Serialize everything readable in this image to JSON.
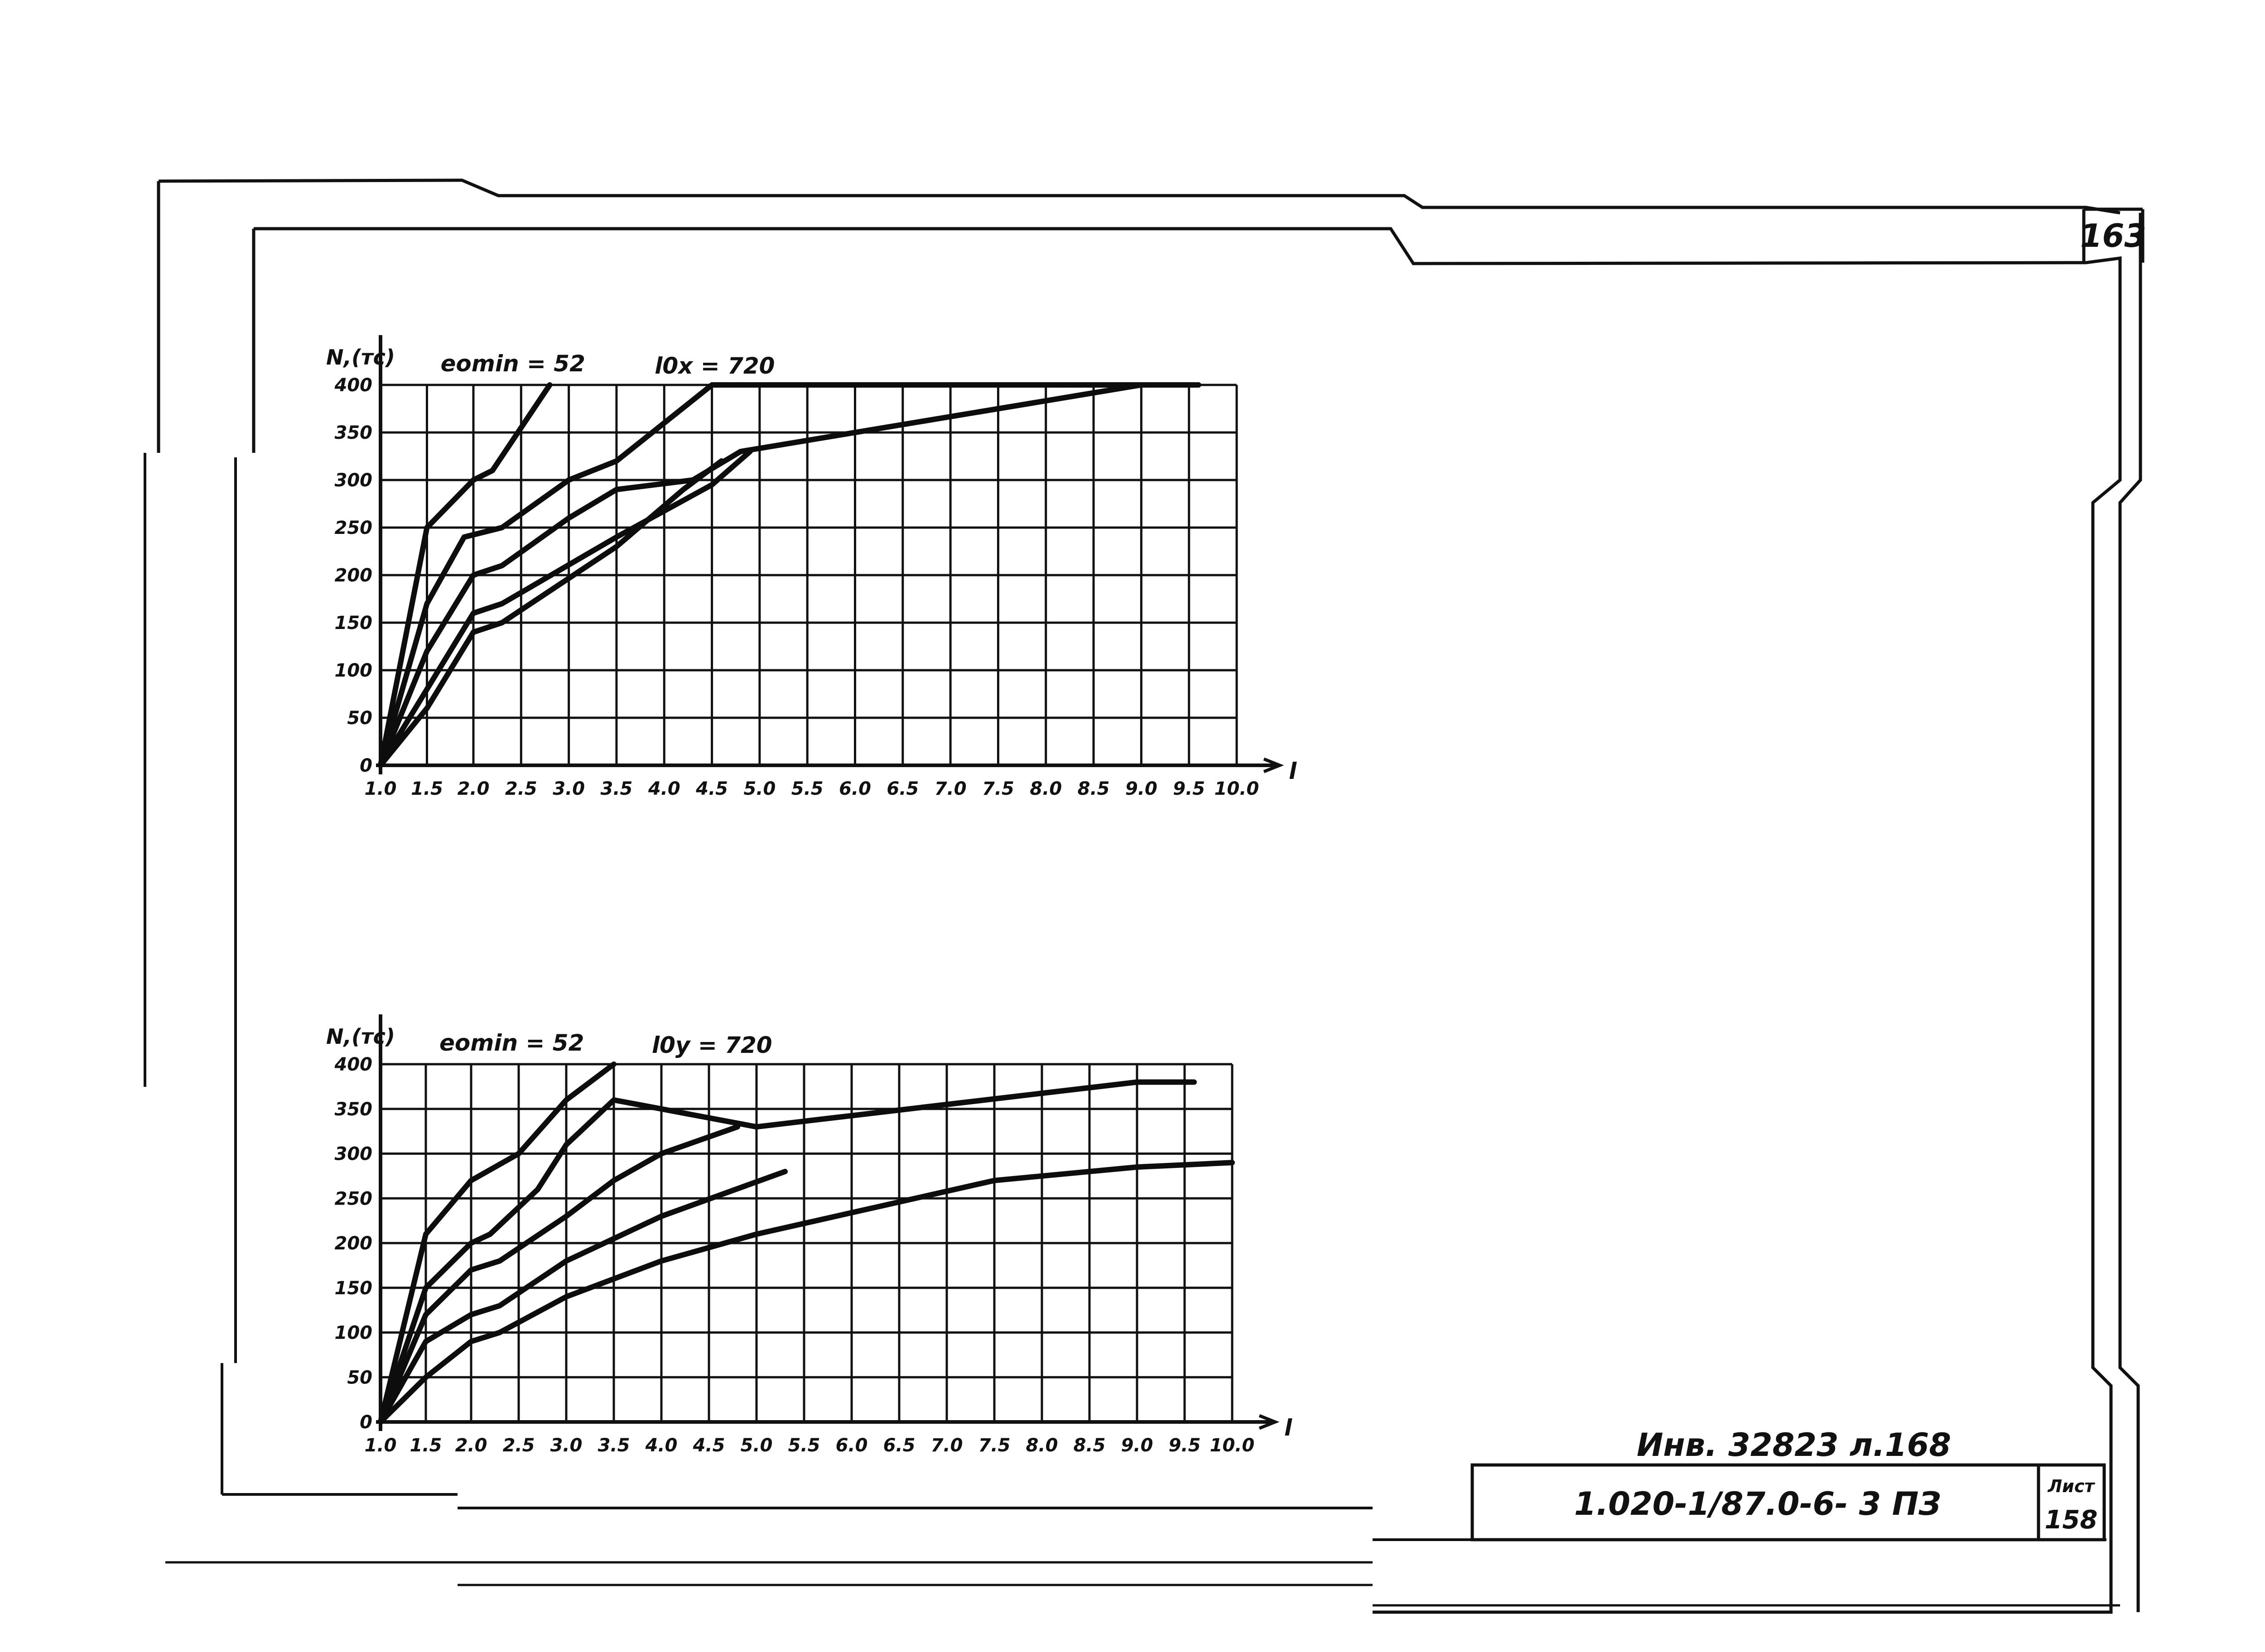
{
  "page": {
    "sheet_number_top": "163",
    "stamp_inventory": "Инв. 32823 л.168",
    "stamp_code": "1.020-1/87.0-6- 3 ПЗ",
    "stamp_sheet_label": "Лист",
    "stamp_sheet_number": "158"
  },
  "chart_data": [
    {
      "type": "line",
      "ylabel": "N,(тс)",
      "xlabel": "l",
      "annotation_emin": "eomin = 52",
      "annotation_l0": "l0x = 720",
      "x_ticks": [
        "1.0",
        "1.5",
        "2.0",
        "2.5",
        "3.0",
        "3.5",
        "4.0",
        "4.5",
        "5.0",
        "5.5",
        "6.0",
        "6.5",
        "7.0",
        "7.5",
        "8.0",
        "8.5",
        "9.0",
        "9.5",
        "10.0"
      ],
      "y_ticks": [
        "0",
        "50",
        "100",
        "150",
        "200",
        "250",
        "300",
        "350",
        "400"
      ],
      "xlim": [
        1.0,
        10.0
      ],
      "ylim": [
        0,
        400
      ],
      "grid": true,
      "series": [
        {
          "points": [
            [
              1.0,
              0
            ],
            [
              1.5,
              250
            ],
            [
              2.0,
              300
            ],
            [
              2.2,
              310
            ],
            [
              2.8,
              400
            ]
          ]
        },
        {
          "points": [
            [
              1.0,
              0
            ],
            [
              1.5,
              170
            ],
            [
              1.9,
              240
            ],
            [
              2.3,
              250
            ],
            [
              3.0,
              300
            ],
            [
              3.5,
              320
            ],
            [
              4.5,
              400
            ],
            [
              9.6,
              400
            ]
          ]
        },
        {
          "points": [
            [
              1.0,
              0
            ],
            [
              1.5,
              120
            ],
            [
              2.0,
              200
            ],
            [
              2.3,
              210
            ],
            [
              3.0,
              260
            ],
            [
              3.5,
              290
            ],
            [
              4.3,
              300
            ],
            [
              4.8,
              330
            ],
            [
              9.0,
              400
            ]
          ]
        },
        {
          "points": [
            [
              1.0,
              0
            ],
            [
              1.5,
              80
            ],
            [
              2.0,
              160
            ],
            [
              2.3,
              170
            ],
            [
              3.5,
              240
            ],
            [
              4.5,
              295
            ],
            [
              4.9,
              330
            ]
          ]
        },
        {
          "points": [
            [
              1.0,
              0
            ],
            [
              1.5,
              60
            ],
            [
              2.0,
              140
            ],
            [
              2.3,
              150
            ],
            [
              3.5,
              230
            ],
            [
              4.2,
              290
            ],
            [
              4.6,
              320
            ]
          ]
        }
      ]
    },
    {
      "type": "line",
      "ylabel": "N,(тс)",
      "xlabel": "l",
      "annotation_emin": "eomin = 52",
      "annotation_l0": "l0y = 720",
      "x_ticks": [
        "1.0",
        "1.5",
        "2.0",
        "2.5",
        "3.0",
        "3.5",
        "4.0",
        "4.5",
        "5.0",
        "5.5",
        "6.0",
        "6.5",
        "7.0",
        "7.5",
        "8.0",
        "8.5",
        "9.0",
        "9.5",
        "10.0"
      ],
      "y_ticks": [
        "0",
        "50",
        "100",
        "150",
        "200",
        "250",
        "300",
        "350",
        "400"
      ],
      "xlim": [
        1.0,
        10.0
      ],
      "ylim": [
        0,
        400
      ],
      "grid": true,
      "series": [
        {
          "points": [
            [
              1.0,
              0
            ],
            [
              1.5,
              210
            ],
            [
              2.0,
              270
            ],
            [
              2.5,
              300
            ],
            [
              3.0,
              360
            ],
            [
              3.5,
              400
            ]
          ]
        },
        {
          "points": [
            [
              1.0,
              0
            ],
            [
              1.5,
              150
            ],
            [
              2.0,
              200
            ],
            [
              2.2,
              210
            ],
            [
              2.7,
              260
            ],
            [
              3.0,
              310
            ],
            [
              3.5,
              360
            ],
            [
              5.0,
              330
            ],
            [
              9.0,
              380
            ],
            [
              9.6,
              380
            ]
          ]
        },
        {
          "points": [
            [
              1.0,
              0
            ],
            [
              1.5,
              120
            ],
            [
              2.0,
              170
            ],
            [
              2.3,
              180
            ],
            [
              3.0,
              230
            ],
            [
              3.5,
              270
            ],
            [
              4.0,
              300
            ],
            [
              4.8,
              330
            ]
          ]
        },
        {
          "points": [
            [
              1.0,
              0
            ],
            [
              1.5,
              90
            ],
            [
              2.0,
              120
            ],
            [
              2.3,
              130
            ],
            [
              3.0,
              180
            ],
            [
              4.0,
              230
            ],
            [
              5.3,
              280
            ]
          ]
        },
        {
          "points": [
            [
              1.0,
              0
            ],
            [
              1.5,
              50
            ],
            [
              2.0,
              90
            ],
            [
              2.3,
              100
            ],
            [
              3.0,
              140
            ],
            [
              4.0,
              180
            ],
            [
              5.0,
              210
            ],
            [
              7.5,
              270
            ],
            [
              9.0,
              285
            ],
            [
              10.0,
              290
            ]
          ]
        }
      ]
    }
  ]
}
